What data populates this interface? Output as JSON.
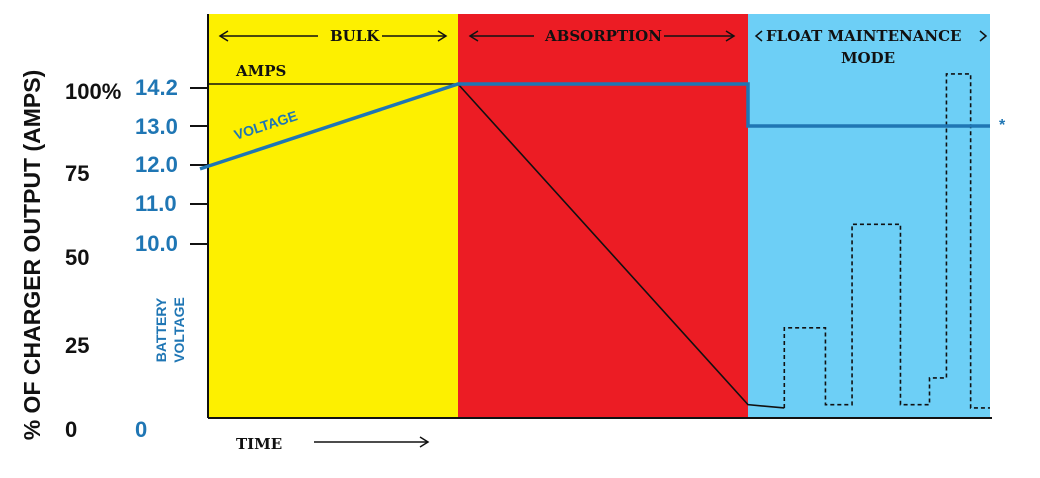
{
  "colors": {
    "bulk": "#fdf000",
    "absorption": "#ec1c24",
    "float": "#6dcff6",
    "voltage": "#1f76b4",
    "axis": "#111111"
  },
  "y_axis_label": "% OF CHARGER OUTPUT (AMPS)",
  "x_axis_label": "TIME",
  "chart_data": {
    "type": "line",
    "phases": [
      {
        "name": "BULK",
        "label": "BULK",
        "color": "#fdf000"
      },
      {
        "name": "ABSORPTION",
        "label": "ABSORPTION",
        "color": "#ec1c24"
      },
      {
        "name": "FLOAT MAINTENANCE MODE",
        "label_line1": "FLOAT MAINTENANCE",
        "label_line2": "MODE",
        "color": "#6dcff6"
      }
    ],
    "amps_ticks": [
      "100%",
      "75",
      "50",
      "25",
      "0"
    ],
    "voltage_ticks": [
      "14.2",
      "13.0",
      "12.0",
      "11.0",
      "10.0",
      "0"
    ],
    "voltage_axis_label_line1": "BATTERY",
    "voltage_axis_label_line2": "VOLTAGE",
    "series": [
      {
        "name": "VOLTAGE",
        "unit": "volts",
        "points": [
          {
            "phase": "BULK",
            "t": 0,
            "v": 11.9
          },
          {
            "phase": "BULK",
            "t": 1,
            "v": 14.2
          },
          {
            "phase": "ABSORPTION",
            "t": 1,
            "v": 14.2
          },
          {
            "phase": "ABSORPTION",
            "t": 2,
            "v": 14.2
          },
          {
            "phase": "FLOAT",
            "t": 2,
            "v": 13.0
          },
          {
            "phase": "FLOAT",
            "t": 3,
            "v": 13.0
          }
        ]
      },
      {
        "name": "AMPS",
        "unit": "percent",
        "points": [
          {
            "t": 0,
            "pct": 100
          },
          {
            "t": 1,
            "pct": 100
          },
          {
            "t": 2,
            "pct": 4
          },
          {
            "t": 2.15,
            "pct": 3
          }
        ]
      },
      {
        "name": "FLOAT PULSES",
        "unit": "percent",
        "style": "dashed",
        "points": [
          {
            "t": 2.15,
            "pct": 3
          },
          {
            "t": 2.15,
            "pct": 27
          },
          {
            "t": 2.32,
            "pct": 27
          },
          {
            "t": 2.32,
            "pct": 4
          },
          {
            "t": 2.43,
            "pct": 4
          },
          {
            "t": 2.43,
            "pct": 58
          },
          {
            "t": 2.63,
            "pct": 58
          },
          {
            "t": 2.63,
            "pct": 4
          },
          {
            "t": 2.75,
            "pct": 4
          },
          {
            "t": 2.75,
            "pct": 12
          },
          {
            "t": 2.82,
            "pct": 12
          },
          {
            "t": 2.82,
            "pct": 103
          },
          {
            "t": 2.92,
            "pct": 103
          },
          {
            "t": 2.92,
            "pct": 3
          },
          {
            "t": 3.0,
            "pct": 3
          }
        ]
      }
    ],
    "marker": "*"
  }
}
